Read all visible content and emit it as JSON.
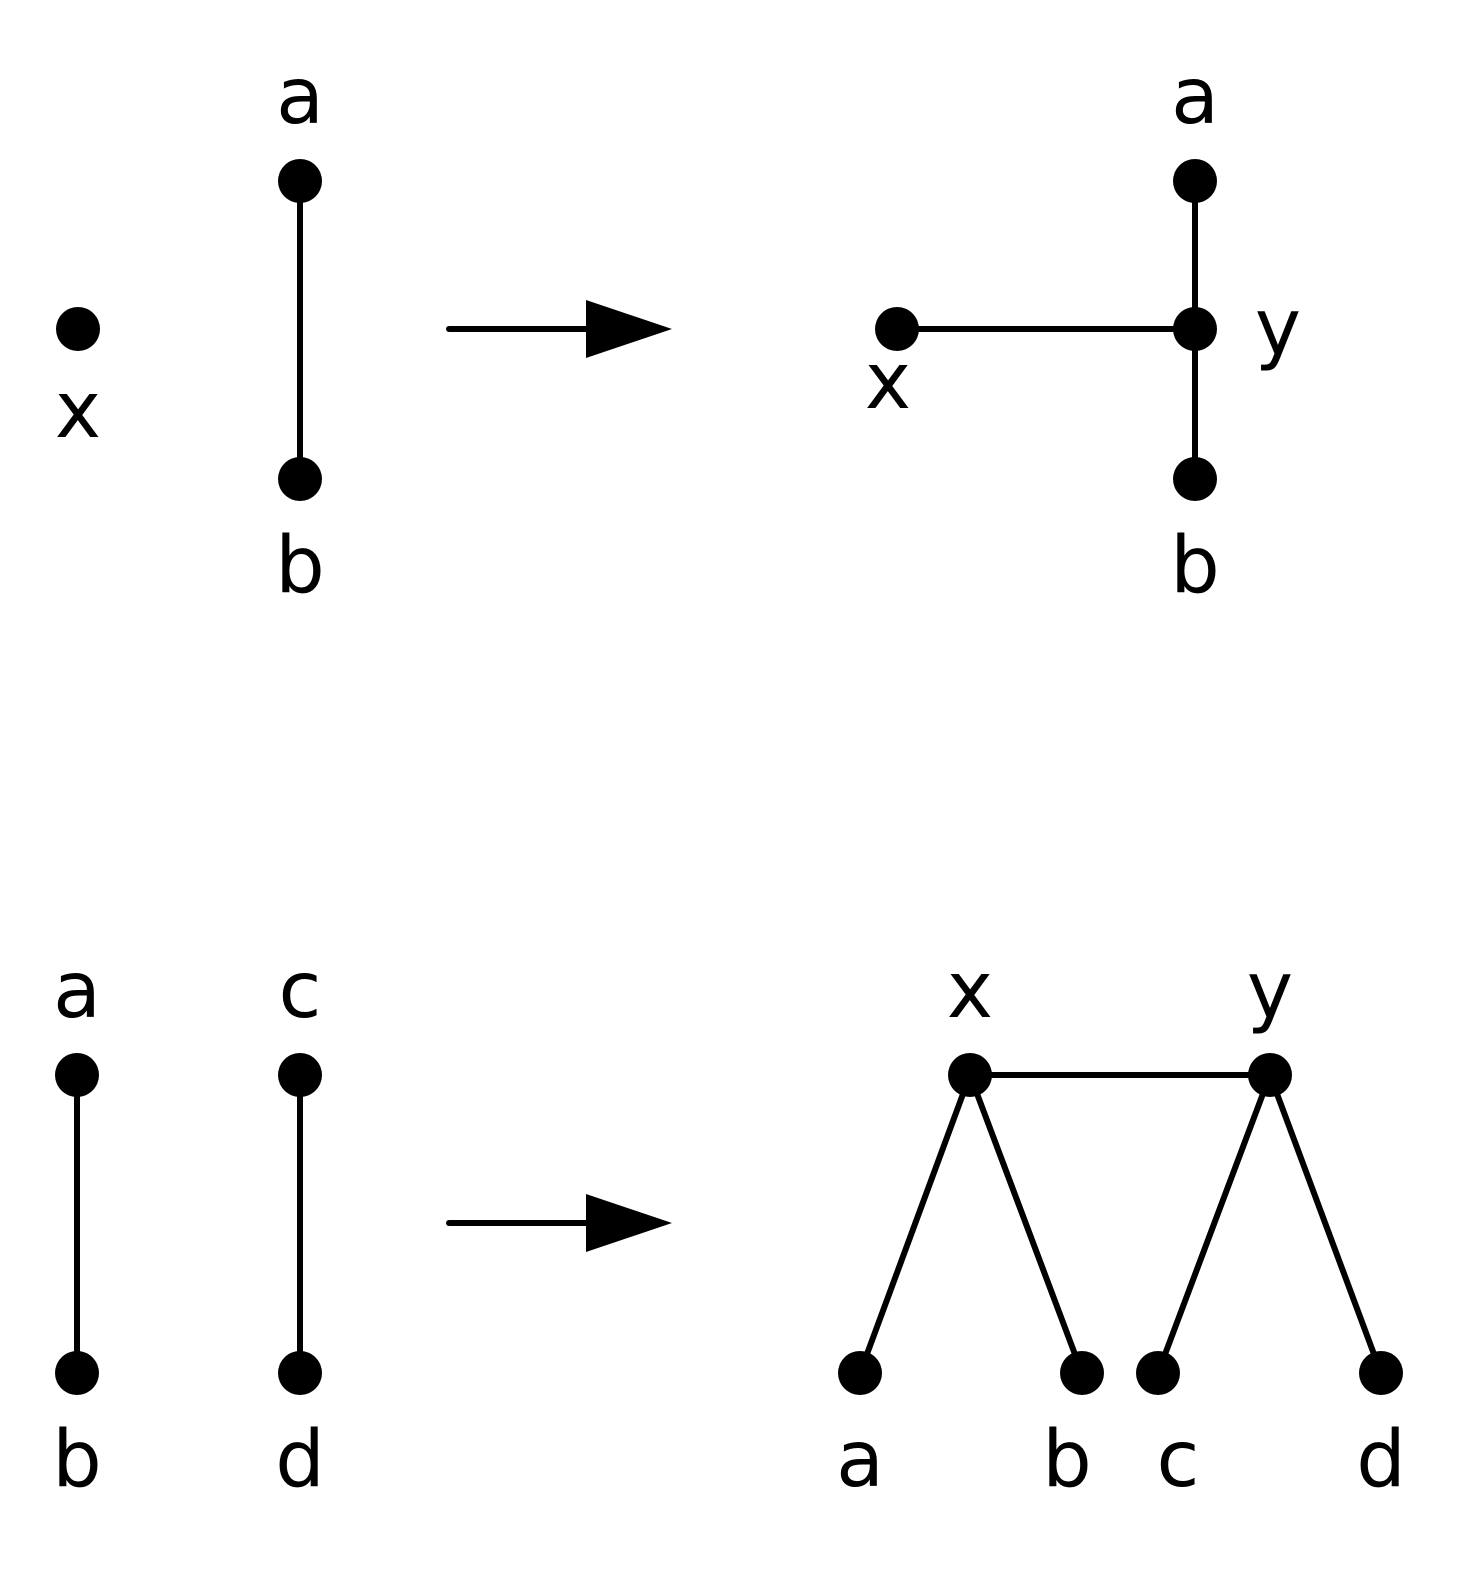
{
  "colors": {
    "ink": "#000000",
    "background": "#ffffff"
  },
  "panels": [
    {
      "id": "top",
      "before": {
        "nodes": [
          "x",
          "a",
          "b"
        ],
        "edges": [
          [
            "a",
            "b"
          ]
        ]
      },
      "after": {
        "nodes": [
          "a",
          "y",
          "b",
          "x"
        ],
        "edges": [
          [
            "a",
            "y"
          ],
          [
            "y",
            "b"
          ],
          [
            "x",
            "y"
          ]
        ]
      }
    },
    {
      "id": "bottom",
      "before": {
        "nodes": [
          "a",
          "b",
          "c",
          "d"
        ],
        "edges": [
          [
            "a",
            "b"
          ],
          [
            "c",
            "d"
          ]
        ]
      },
      "after": {
        "nodes": [
          "x",
          "y",
          "a",
          "b",
          "c",
          "d"
        ],
        "edges": [
          [
            "x",
            "y"
          ],
          [
            "x",
            "a"
          ],
          [
            "x",
            "b"
          ],
          [
            "y",
            "c"
          ],
          [
            "y",
            "d"
          ]
        ]
      }
    }
  ],
  "labels": {
    "top_before_x": "x",
    "top_before_a": "a",
    "top_before_b": "b",
    "top_after_a": "a",
    "top_after_y": "y",
    "top_after_x": "x",
    "top_after_b": "b",
    "bottom_before_a": "a",
    "bottom_before_b": "b",
    "bottom_before_c": "c",
    "bottom_before_d": "d",
    "bottom_after_x": "x",
    "bottom_after_y": "y",
    "bottom_after_a": "a",
    "bottom_after_b": "b",
    "bottom_after_c": "c",
    "bottom_after_d": "d"
  },
  "arrows": [
    {
      "from": "top-before",
      "to": "top-after"
    },
    {
      "from": "bottom-before",
      "to": "bottom-after"
    }
  ]
}
